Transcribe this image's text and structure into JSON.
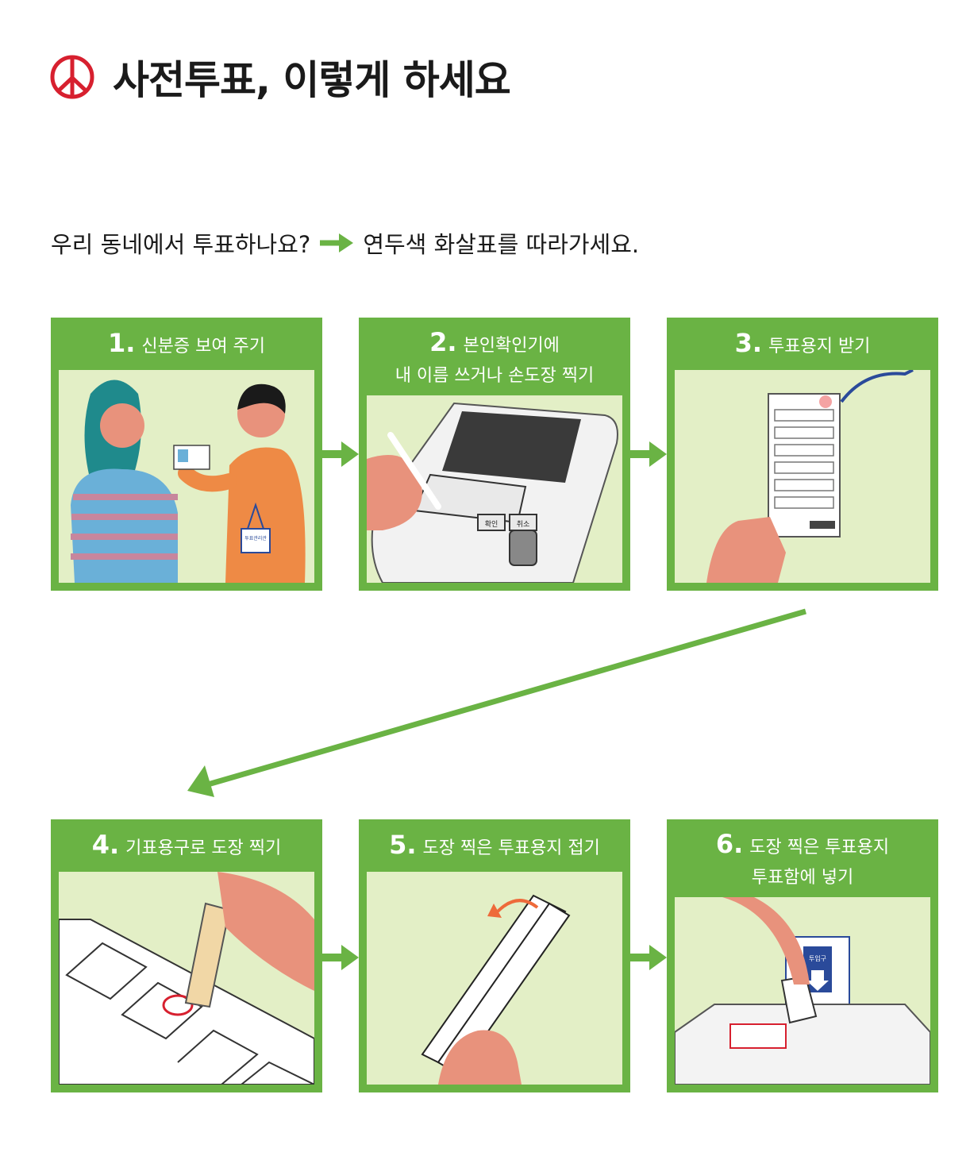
{
  "header": {
    "icon": "ballot-mark-icon",
    "title": "사전투표, 이렇게 하세요"
  },
  "intro": {
    "question": "우리 동네에서 투표하나요?",
    "instruction": "연두색 화살표를 따라가세요."
  },
  "colors": {
    "accent": "#6ab344",
    "panel_bg": "#e3efc6",
    "brand_red": "#d7202f"
  },
  "steps": [
    {
      "number": "1.",
      "line1": "신분증 보여 주기",
      "line2": ""
    },
    {
      "number": "2.",
      "line1": "본인확인기에",
      "line2": "내 이름 쓰거나 손도장 찍기"
    },
    {
      "number": "3.",
      "line1": "투표용지 받기",
      "line2": ""
    },
    {
      "number": "4.",
      "line1": "기표용구로 도장 찍기",
      "line2": ""
    },
    {
      "number": "5.",
      "line1": "도장 찍은 투표용지 접기",
      "line2": ""
    },
    {
      "number": "6.",
      "line1": "도장 찍은 투표용지",
      "line2": "투표함에 넣기"
    }
  ],
  "illustrations": {
    "id_card_badge": "투표관리관",
    "verifier_button_ok": "확인",
    "verifier_button_cancel": "취소",
    "ballot_box_slot": "투입구"
  }
}
